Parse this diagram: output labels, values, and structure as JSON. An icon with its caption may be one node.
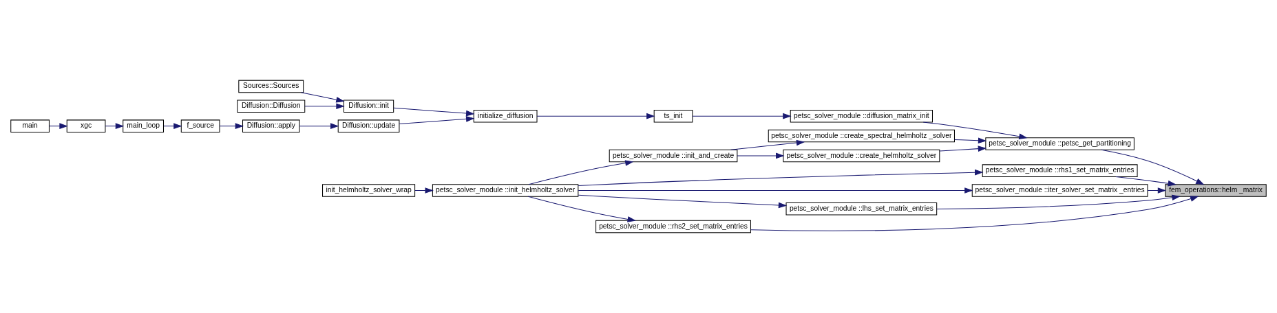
{
  "diagram": {
    "nodes": [
      {
        "text": [
          "fem_operations::helm _matrix"
        ]
      },
      {
        "text": [
          "petsc_solver_module ::rhs1_set_matrix_entries"
        ]
      },
      {
        "text": [
          "petsc_solver_module ::iter_solver_set_matrix _entries"
        ]
      },
      {
        "text": [
          "petsc_solver_module ::lhs_set_matrix_entries"
        ]
      },
      {
        "text": [
          "petsc_solver_module ::rhs2_set_matrix_entries"
        ]
      },
      {
        "text": [
          "petsc_solver_module ::petsc_get_partitioning"
        ]
      },
      {
        "text": [
          "petsc_solver_module ::init_helmholtz_solver"
        ]
      },
      {
        "text": [
          "petsc_solver_module ::create_helmholtz_solver"
        ]
      },
      {
        "text": [
          "petsc_solver_module ::create_spectral_helmholtz _solver"
        ]
      },
      {
        "text": [
          "petsc_solver_module ::diffusion_matrix_init"
        ]
      },
      {
        "text": [
          "init_helmholtz_solver_wrap"
        ]
      },
      {
        "text": [
          "petsc_solver_module ::init_and_create"
        ]
      },
      {
        "text": [
          "ts_init"
        ]
      },
      {
        "text": [
          "initialize_diffusion"
        ]
      },
      {
        "text": [
          "Diffusion::init"
        ]
      },
      {
        "text": [
          "Diffusion::update"
        ]
      },
      {
        "text": [
          "Sources::Sources"
        ]
      },
      {
        "text": [
          "Diffusion::Diffusion"
        ]
      },
      {
        "text": [
          "Diffusion::apply"
        ]
      },
      {
        "text": [
          "f_source"
        ]
      },
      {
        "text": [
          "main_loop"
        ]
      },
      {
        "text": [
          "xgc"
        ]
      },
      {
        "text": [
          "main"
        ]
      }
    ],
    "edges": [
      {
        "from": 1,
        "to": 0,
        "arrow": "to"
      },
      {
        "from": 2,
        "to": 0,
        "arrow": "to"
      },
      {
        "from": 3,
        "to": 0,
        "arrow": "to"
      },
      {
        "from": 4,
        "to": 0,
        "arrow": "to"
      },
      {
        "from": 5,
        "to": 0,
        "arrow": "to"
      },
      {
        "from": 6,
        "to": 1,
        "arrow": "to"
      },
      {
        "from": 6,
        "to": 2,
        "arrow": "to"
      },
      {
        "from": 6,
        "to": 3,
        "arrow": "to"
      },
      {
        "from": 6,
        "to": 4,
        "arrow": "to"
      },
      {
        "from": 6,
        "to": 11,
        "arrow": "to"
      },
      {
        "from": 10,
        "to": 6,
        "arrow": "to"
      },
      {
        "from": 11,
        "to": 7,
        "arrow": "to"
      },
      {
        "from": 11,
        "to": 8,
        "arrow": "to"
      },
      {
        "from": 7,
        "to": 5,
        "arrow": "to"
      },
      {
        "from": 8,
        "to": 5,
        "arrow": "to"
      },
      {
        "from": 9,
        "to": 5,
        "arrow": "to"
      },
      {
        "from": 12,
        "to": 9,
        "arrow": "to"
      },
      {
        "from": 13,
        "to": 12,
        "arrow": "to"
      },
      {
        "from": 14,
        "to": 13,
        "arrow": "to"
      },
      {
        "from": 15,
        "to": 13,
        "arrow": "to"
      },
      {
        "from": 16,
        "to": 14,
        "arrow": "to"
      },
      {
        "from": 17,
        "to": 14,
        "arrow": "to"
      },
      {
        "from": 18,
        "to": 15,
        "arrow": "to"
      },
      {
        "from": 19,
        "to": 18,
        "arrow": "to"
      },
      {
        "from": 20,
        "to": 19,
        "arrow": "to"
      },
      {
        "from": 21,
        "to": 20,
        "arrow": "to"
      },
      {
        "from": 22,
        "to": 21,
        "arrow": "to"
      }
    ]
  }
}
